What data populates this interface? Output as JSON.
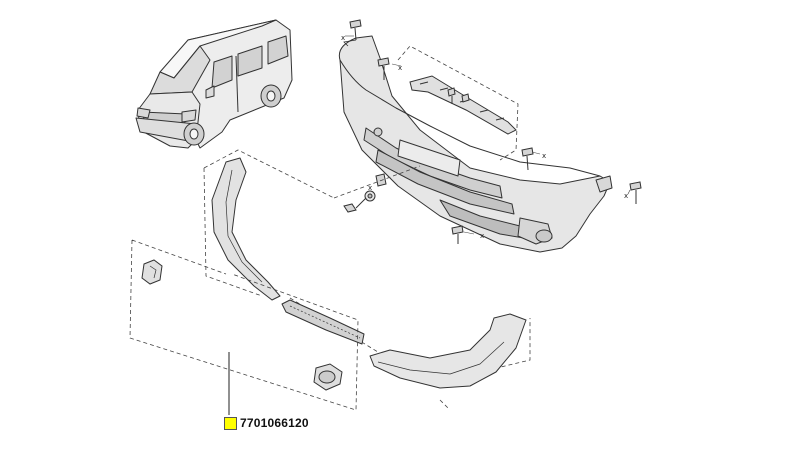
{
  "callout": {
    "part_number": "7701066120",
    "highlight_color": "#ffff00"
  },
  "fastener_marks": [
    "x",
    "x",
    "x",
    "x",
    "x",
    "x"
  ],
  "colors": {
    "line": "#333333",
    "part_fill": "#e6e6e6",
    "part_shade": "#c8c8c8",
    "background": "#ffffff"
  }
}
